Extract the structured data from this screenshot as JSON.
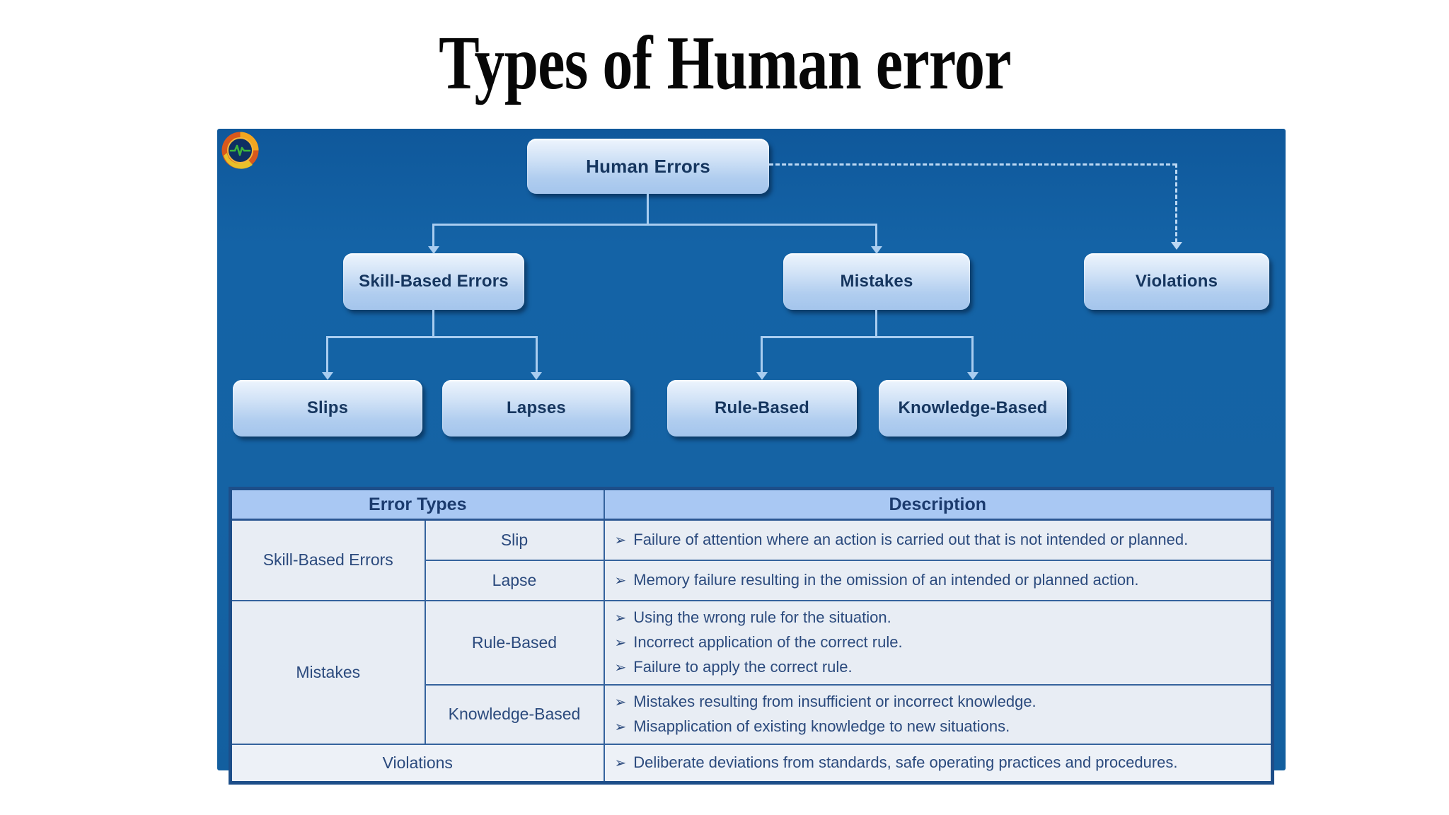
{
  "page": {
    "title": "Types of Human error"
  },
  "logo": {
    "name": "pulse-badge-logo"
  },
  "flowchart": {
    "nodes": [
      {
        "id": "human-errors",
        "label": "Human Errors"
      },
      {
        "id": "skill-based",
        "label": "Skill-Based Errors"
      },
      {
        "id": "mistakes",
        "label": "Mistakes"
      },
      {
        "id": "violations",
        "label": "Violations"
      },
      {
        "id": "slips",
        "label": "Slips"
      },
      {
        "id": "lapses",
        "label": "Lapses"
      },
      {
        "id": "rule-based",
        "label": "Rule-Based"
      },
      {
        "id": "knowledge-based",
        "label": "Knowledge-Based"
      }
    ]
  },
  "table": {
    "headers": {
      "error_types": "Error Types",
      "description": "Description"
    },
    "bullet_glyph": "➢",
    "rows": [
      {
        "group": "Skill-Based Errors",
        "type": "Slip",
        "bullets": [
          "Failure of attention where an action is carried out that is not intended or planned."
        ]
      },
      {
        "type": "Lapse",
        "bullets": [
          "Memory failure resulting in the omission of an intended or planned action."
        ]
      },
      {
        "group": "Mistakes",
        "type": "Rule-Based",
        "bullets": [
          "Using the wrong rule for the situation.",
          "Incorrect application of the correct rule.",
          "Failure to apply the correct rule."
        ]
      },
      {
        "type": "Knowledge-Based",
        "bullets": [
          "Mistakes resulting from insufficient or incorrect knowledge.",
          "Misapplication of existing knowledge to new situations."
        ]
      },
      {
        "group": "Violations",
        "bullets": [
          "Deliberate deviations from standards, safe operating practices and procedures."
        ]
      }
    ]
  },
  "colors": {
    "panel_bg": "#1563a4",
    "node_fill": "#b0cdef",
    "node_text": "#16365f",
    "connector": "#a9cdf0",
    "table_header_bg": "#a9c8f3",
    "table_row_bg": "#e8edf4",
    "table_border": "#1d4e89",
    "table_text": "#2b4a7d",
    "title_text": "#070707"
  }
}
